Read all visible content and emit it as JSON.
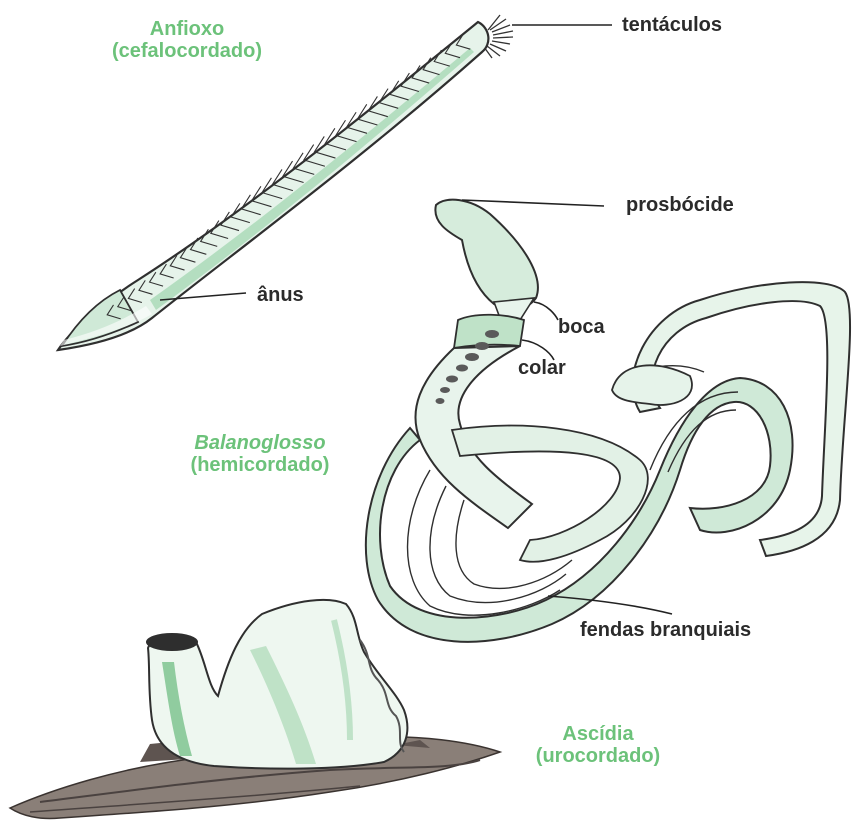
{
  "colors": {
    "title_green": "#6cc27a",
    "label_dark": "#2b2b2b",
    "body_fill": "#d9eedf",
    "body_accent": "#9fd3ad",
    "outline": "#2f2f2f",
    "rock": "#6d625c"
  },
  "organisms": {
    "amphioxus": {
      "name": "Anfioxo",
      "group": "(cefalocordado)"
    },
    "balanoglossus": {
      "name": "Balanoglosso",
      "group": "(hemicordado)"
    },
    "ascidian": {
      "name": "Ascídia",
      "group": "(urocordado)"
    }
  },
  "labels": {
    "tentacles": "tentáculos",
    "anus": "ânus",
    "proboscis": "prosbócide",
    "mouth": "boca",
    "collar": "colar",
    "gill_slits": "fendas branquiais"
  }
}
